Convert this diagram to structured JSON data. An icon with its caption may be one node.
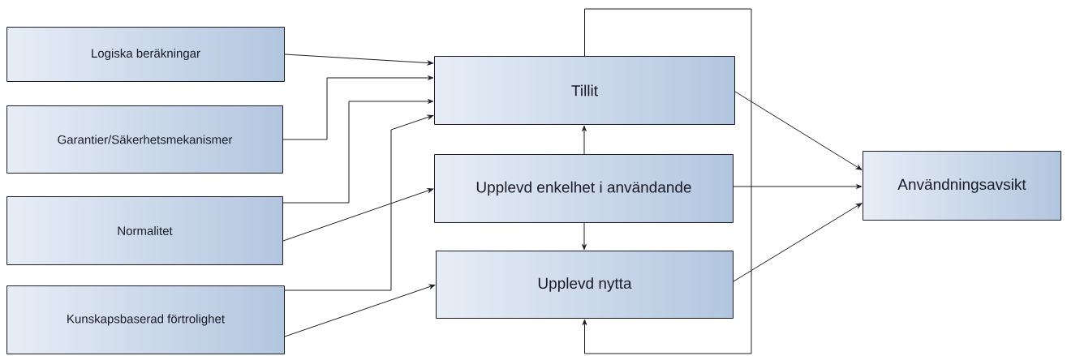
{
  "diagram": {
    "nodes": [
      {
        "text": [
          "Logiska beräkningar"
        ]
      },
      {
        "text": [
          "Garantier/Säkerhetsmekanismer"
        ]
      },
      {
        "text": [
          "Normalitet"
        ]
      },
      {
        "text": [
          "Kunskapsbaserad förtrolighet"
        ]
      },
      {
        "text": [
          "Tillit"
        ]
      },
      {
        "text": [
          "Upplevd enkelhet i användande"
        ]
      },
      {
        "text": [
          "Upplevd nytta"
        ]
      },
      {
        "text": [
          "Användningsavsikt"
        ]
      }
    ],
    "edges": [
      {
        "from": 0,
        "to": 4,
        "arrow": "to"
      },
      {
        "from": 1,
        "to": 4,
        "arrow": "to"
      },
      {
        "from": 2,
        "to": 4,
        "arrow": "to"
      },
      {
        "from": 2,
        "to": 5,
        "arrow": "to"
      },
      {
        "from": 3,
        "to": 4,
        "arrow": "to"
      },
      {
        "from": 3,
        "to": 6,
        "arrow": "to"
      },
      {
        "from": 5,
        "to": 4,
        "arrow": "to"
      },
      {
        "from": 5,
        "to": 6,
        "arrow": "to"
      },
      {
        "from": 4,
        "to": 7,
        "arrow": "to"
      },
      {
        "from": 5,
        "to": 7,
        "arrow": "to"
      },
      {
        "from": 6,
        "to": 7,
        "arrow": "to"
      },
      {
        "from": 4,
        "to": 6,
        "arrow": "to"
      }
    ]
  }
}
